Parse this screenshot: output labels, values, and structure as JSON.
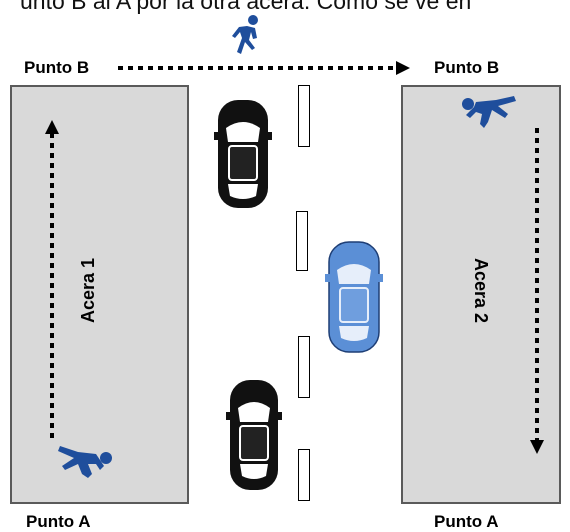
{
  "caption": "unto B al A por la otra acera. Como se ve en",
  "labels": {
    "point_b_left": "Punto B",
    "point_b_right": "Punto B",
    "point_a_left": "Punto A",
    "point_a_right": "Punto A",
    "sidewalk_1": "Acera 1",
    "sidewalk_2": "Acera 2"
  },
  "colors": {
    "sidewalk": "#d9d9d9",
    "walker": "#1f4e9c",
    "car_black": "#111111",
    "car_blue": "#5b8fd6"
  },
  "icons": [
    "pedestrian-icon",
    "car-icon",
    "arrow-icon"
  ]
}
